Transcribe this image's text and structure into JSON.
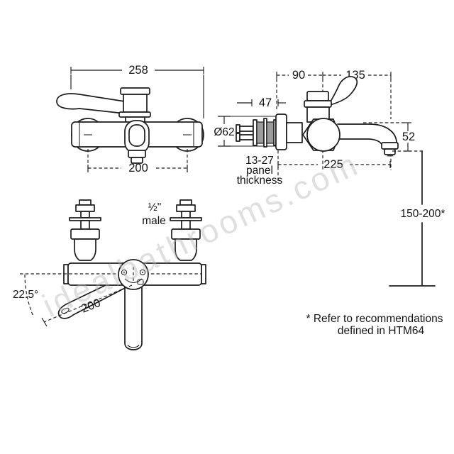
{
  "front": {
    "width": "258",
    "centres": "200",
    "flange": "Ø62"
  },
  "side": {
    "d90": "90",
    "d135": "135",
    "d47": "47",
    "d52": "52",
    "d225": "225",
    "panel1": "13-27",
    "panel2": "panel",
    "panel3": "thickness",
    "height": "150-200*"
  },
  "plan": {
    "angle": "22.5°",
    "lever": "200",
    "thread1": "½\"",
    "thread2": "male"
  },
  "note1": "* Refer to recommendations",
  "note2": "defined in HTM64",
  "watermark": "idealbathrooms.com"
}
